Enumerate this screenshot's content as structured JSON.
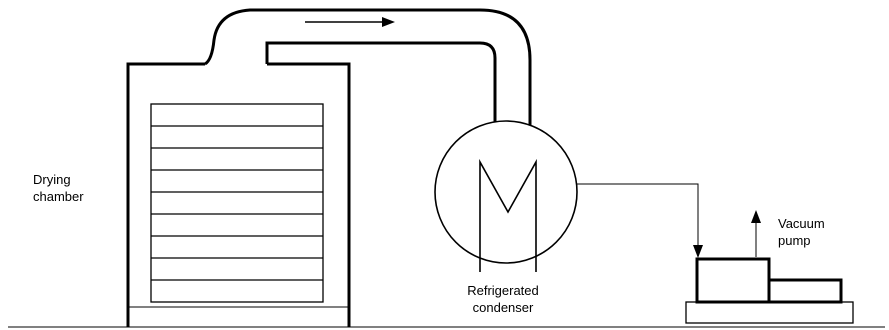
{
  "labels": {
    "drying_chamber": "Drying\nchamber",
    "condenser": "Refrigerated\ncondenser",
    "vacuum_pump": "Vacuum\npump"
  },
  "colors": {
    "stroke": "#000000",
    "background": "#ffffff"
  }
}
